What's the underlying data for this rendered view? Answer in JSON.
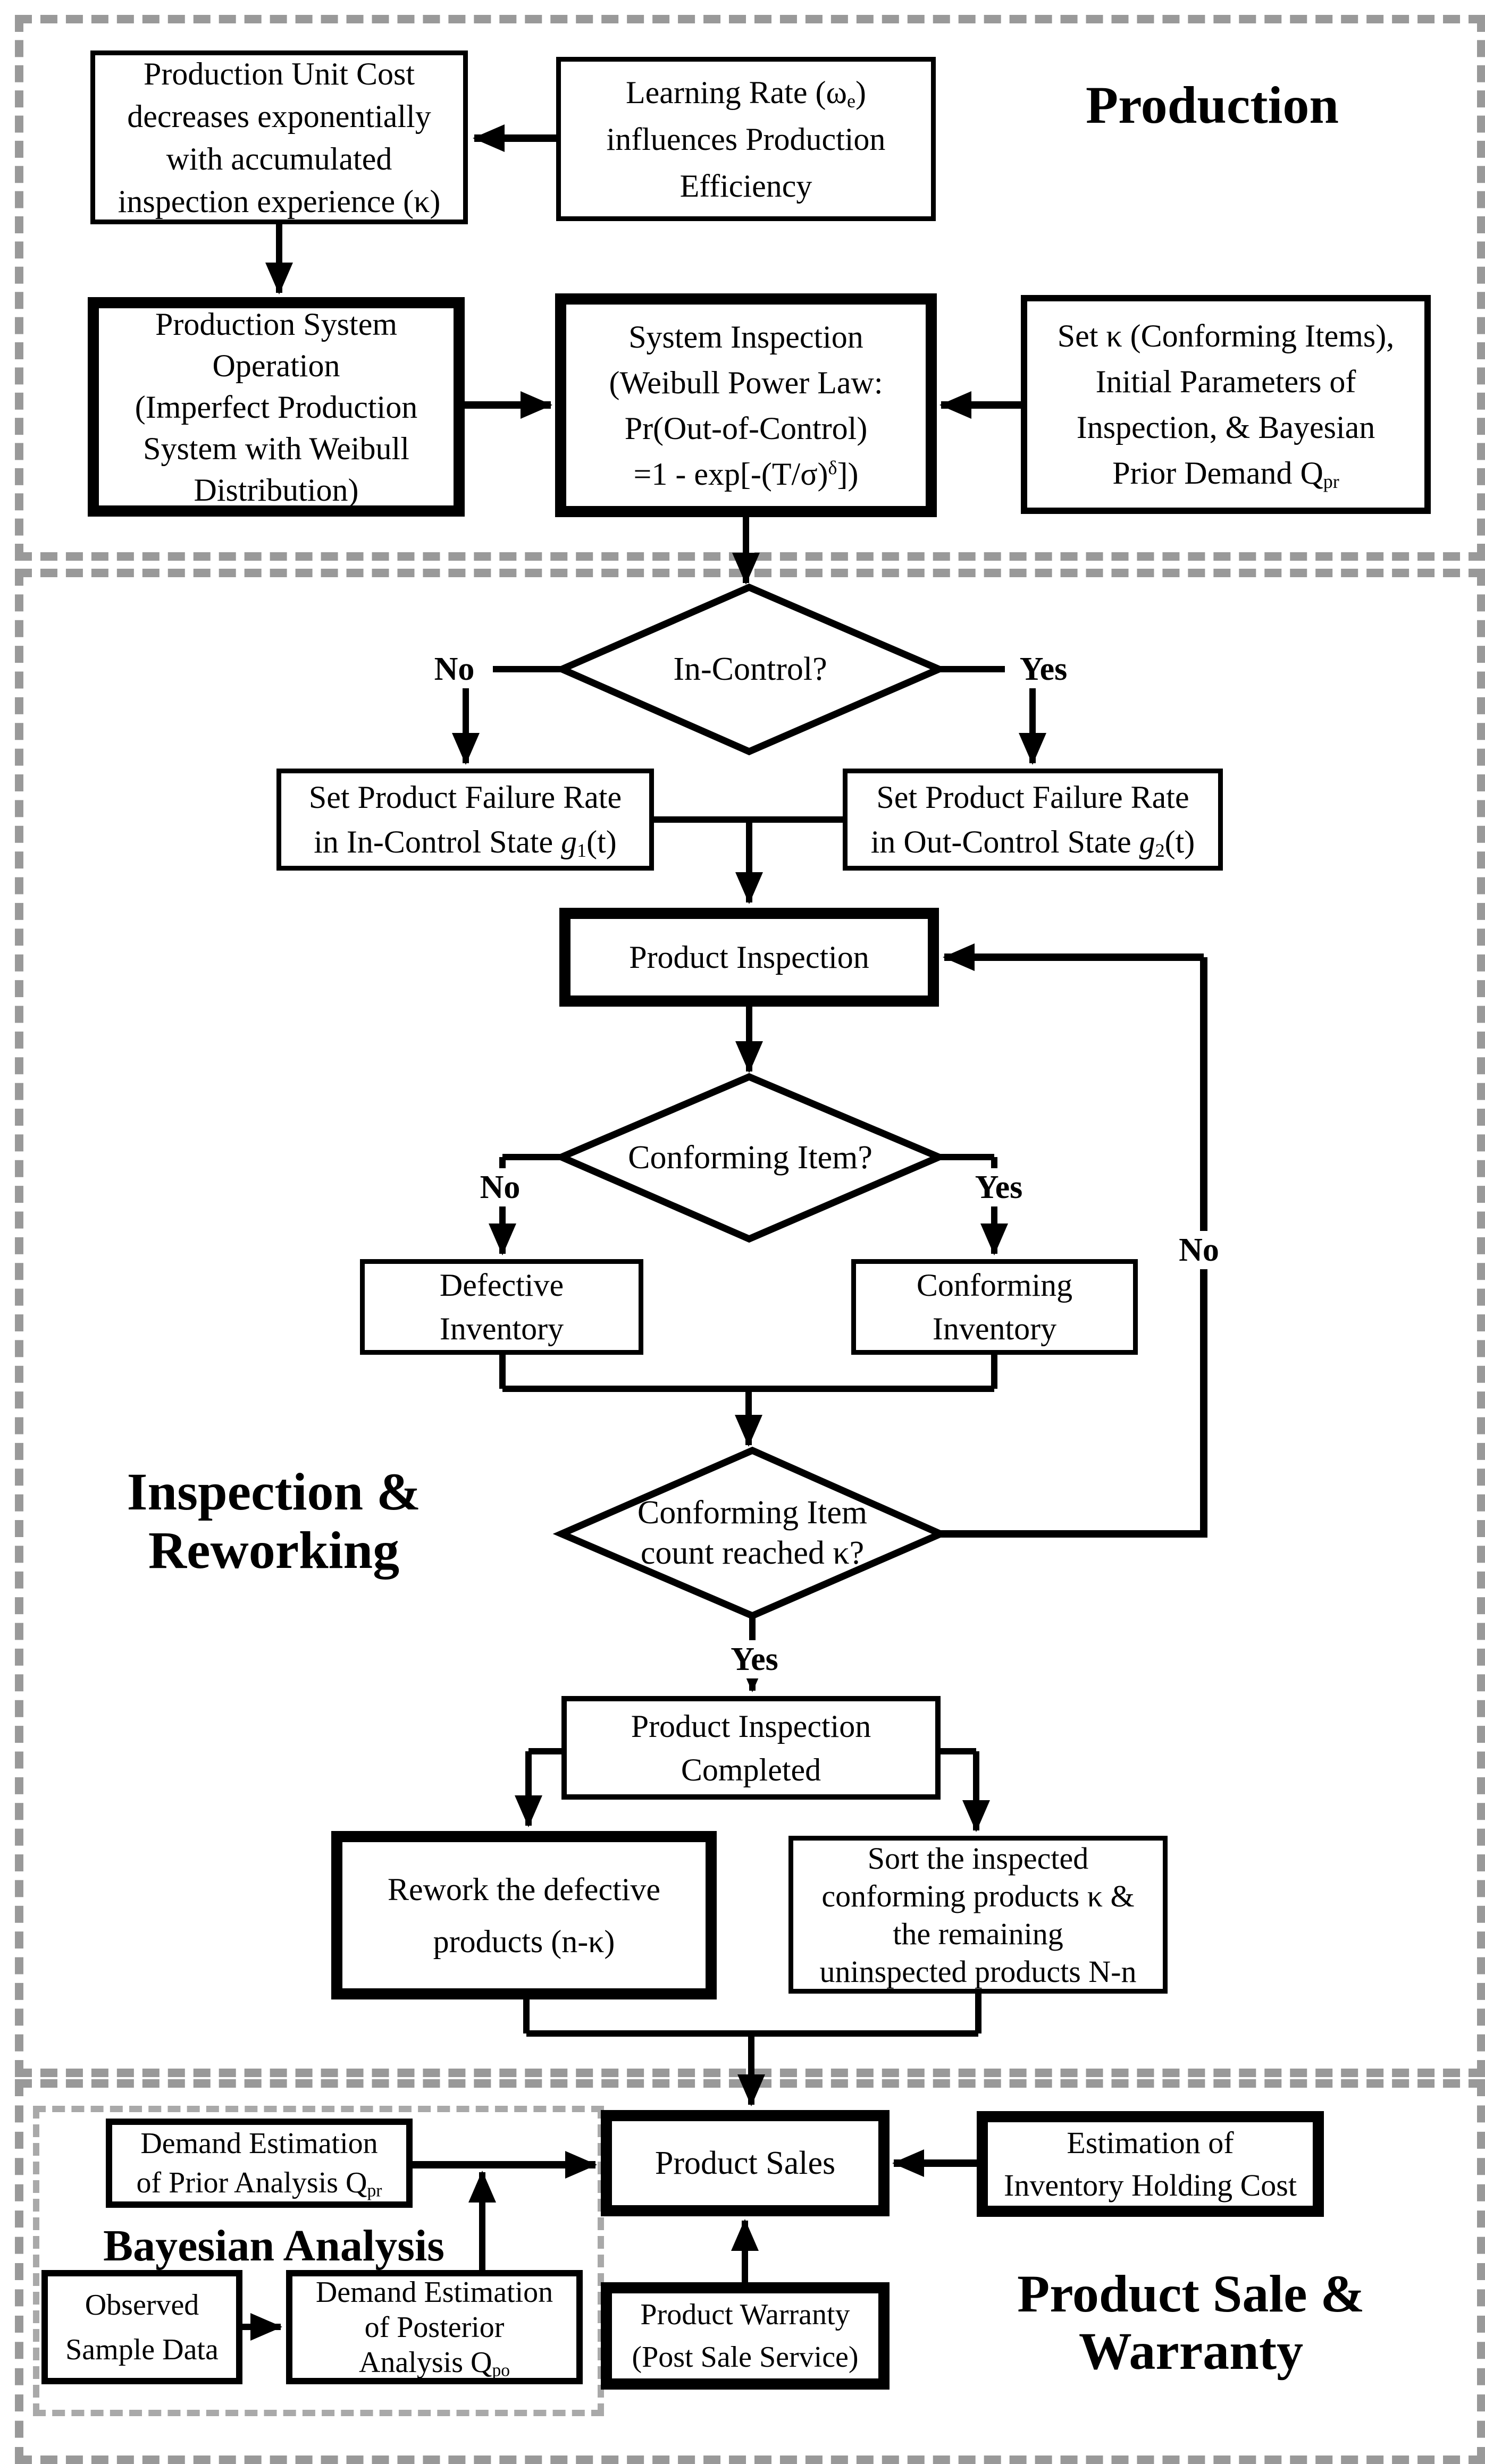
{
  "sections": {
    "production": {
      "title": "Production"
    },
    "inspection": {
      "title_line1": "Inspection &",
      "title_line2": "Reworking"
    },
    "bayesian": {
      "title": "Bayesian Analysis"
    },
    "sale": {
      "title_line1": "Product Sale &",
      "title_line2": "Warranty"
    }
  },
  "nodes": {
    "production_unit_cost": {
      "lines": [
        "Production Unit Cost",
        "decreases exponentially",
        "with accumulated",
        "inspection experience (κ)"
      ]
    },
    "learning_rate": {
      "l1_pre": "Learning Rate (ω",
      "l1_sub": "e",
      "l1_post": ")",
      "l2": "influences Production",
      "l3": "Efficiency"
    },
    "production_system_operation": {
      "lines": [
        "Production System",
        "Operation",
        "(Imperfect Production",
        "System with Weibull",
        "Distribution)"
      ]
    },
    "system_inspection": {
      "l1": "System Inspection",
      "l2": "(Weibull Power Law:",
      "l3": "Pr(Out-of-Control)",
      "l4_pre": "=1 - exp[-(T/σ)",
      "l4_sup": "δ",
      "l4_post": "])"
    },
    "set_parameters": {
      "l1": "Set κ (Conforming Items),",
      "l2": "Initial Parameters of",
      "l3": "Inspection, & Bayesian",
      "l4_pre": "Prior Demand Q",
      "l4_sub": "pr"
    },
    "failure_rate_in_control": {
      "l1": "Set Product Failure Rate",
      "l2_pre": "in In-Control State ",
      "l2_g": "g",
      "l2_sub": "1",
      "l2_post": "(t)"
    },
    "failure_rate_out_control": {
      "l1": "Set Product Failure Rate",
      "l2_pre": "in Out-Control State ",
      "l2_g": "g",
      "l2_sub": "2",
      "l2_post": "(t)"
    },
    "product_inspection": {
      "label": "Product Inspection"
    },
    "defective_inventory": {
      "lines": [
        "Defective",
        "Inventory"
      ]
    },
    "conforming_inventory": {
      "lines": [
        "Conforming",
        "Inventory"
      ]
    },
    "inspection_completed": {
      "lines": [
        "Product Inspection",
        "Completed"
      ]
    },
    "rework": {
      "lines": [
        "Rework the defective",
        "products (n-κ)"
      ]
    },
    "sort": {
      "lines": [
        "Sort the inspected",
        "conforming products κ &",
        "the remaining",
        "uninspected products N-n"
      ]
    },
    "prior_demand": {
      "l1": "Demand Estimation",
      "l2_pre": "of Prior Analysis Q",
      "l2_sub": "pr"
    },
    "observed_sample": {
      "lines": [
        "Observed",
        "Sample Data"
      ]
    },
    "posterior_demand": {
      "l1": "Demand Estimation",
      "l2": "of Posterior",
      "l3_pre": "Analysis Q",
      "l3_sub": "po"
    },
    "product_sales": {
      "label": "Product Sales"
    },
    "product_warranty": {
      "lines": [
        "Product Warranty",
        "(Post Sale Service)"
      ]
    },
    "inventory_holding": {
      "lines": [
        "Estimation of",
        "Inventory Holding Cost"
      ]
    }
  },
  "decisions": {
    "in_control": {
      "label": "In-Control?",
      "no": "No",
      "yes": "Yes"
    },
    "conforming_item": {
      "label": "Conforming Item?",
      "no": "No",
      "yes": "Yes"
    },
    "count_reached": {
      "line1": "Conforming Item",
      "line2": "count reached κ?",
      "yes": "Yes",
      "loop_no": "No"
    }
  },
  "colors": {
    "line": "#000000",
    "section_border": "#999999",
    "inner_border": "#a9a9a9",
    "background": "#ffffff"
  }
}
